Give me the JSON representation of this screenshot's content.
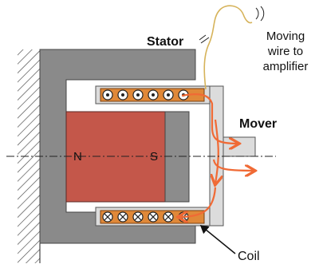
{
  "labels": {
    "stator": "Stator",
    "moving_wire": [
      "Moving",
      "wire to",
      "amplifier"
    ],
    "mover": "Mover",
    "north": "N",
    "south": "S",
    "coil": "Coil"
  },
  "colors": {
    "stator_gray": "#8a8a8a",
    "magnet_red": "#c4574a",
    "pole_gray": "#8c8c8c",
    "mover_light": "#dcdcdc",
    "coil_orange": "#e08838",
    "arrow_orange": "#f06a35",
    "wire_tan": "#d6b35a"
  },
  "coil": {
    "top_symbol": "dot",
    "top_turns": 6,
    "bottom_symbol": "cross",
    "bottom_turns": 6
  }
}
